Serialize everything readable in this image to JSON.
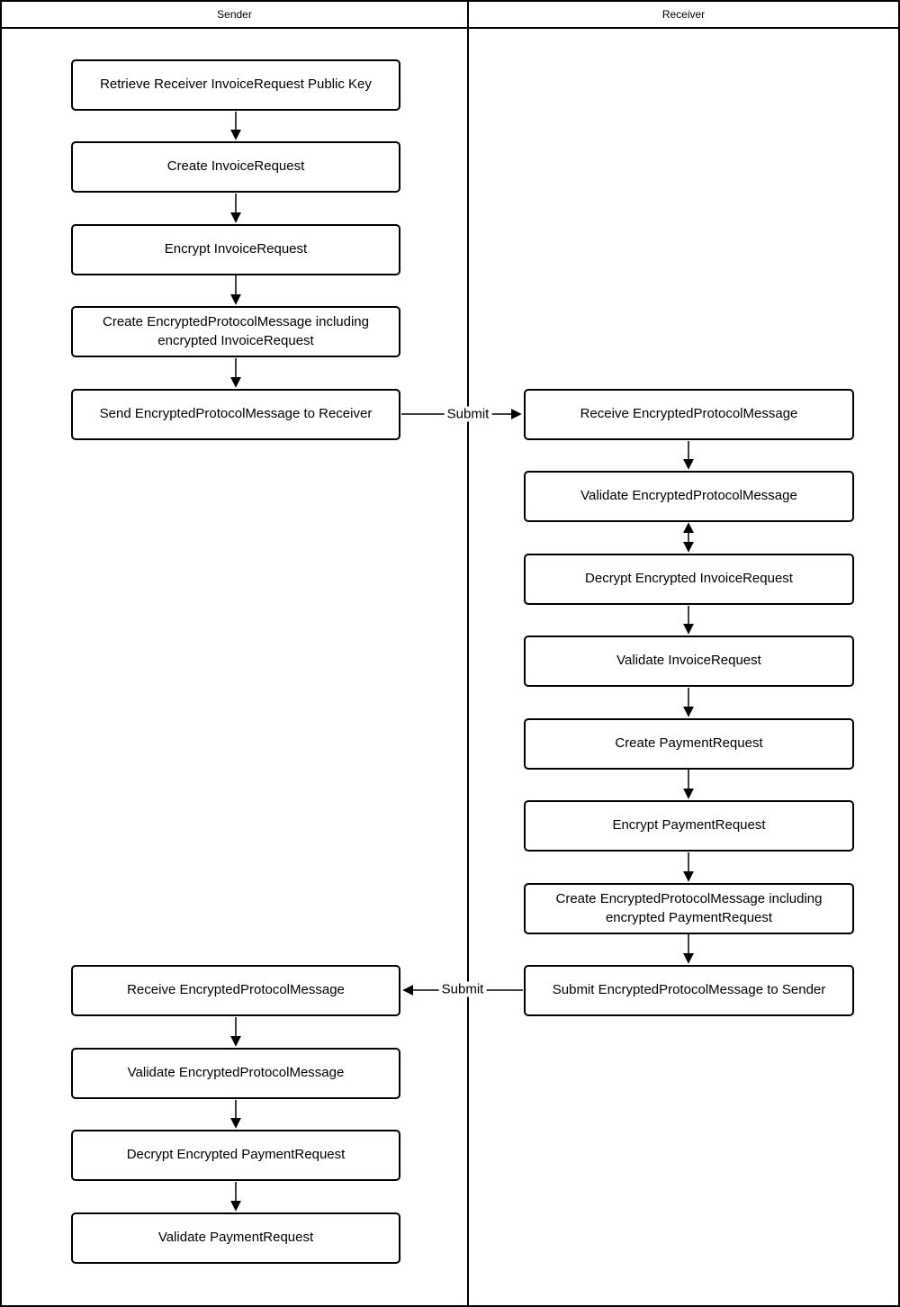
{
  "lanes": {
    "sender": "Sender",
    "receiver": "Receiver"
  },
  "sender_flow": [
    "Retrieve Receiver InvoiceRequest Public Key",
    "Create InvoiceRequest",
    "Encrypt InvoiceRequest",
    "Create EncryptedProtocolMessage including encrypted InvoiceRequest",
    "Send EncryptedProtocolMessage to Receiver"
  ],
  "receiver_flow": [
    "Receive EncryptedProtocolMessage",
    "Validate EncryptedProtocolMessage",
    "Decrypt Encrypted InvoiceRequest",
    "Validate InvoiceRequest",
    "Create PaymentRequest",
    "Encrypt PaymentRequest",
    "Create EncryptedProtocolMessage including encrypted PaymentRequest",
    "Submit EncryptedProtocolMessage to Sender"
  ],
  "sender_return_flow": [
    "Receive EncryptedProtocolMessage",
    "Validate EncryptedProtocolMessage",
    "Decrypt Encrypted PaymentRequest",
    "Validate PaymentRequest"
  ],
  "connectors": {
    "invoice_submit_label": "Submit",
    "payment_submit_label": "Submit"
  },
  "colors": {
    "stroke": "#000000",
    "background": "#ffffff"
  }
}
